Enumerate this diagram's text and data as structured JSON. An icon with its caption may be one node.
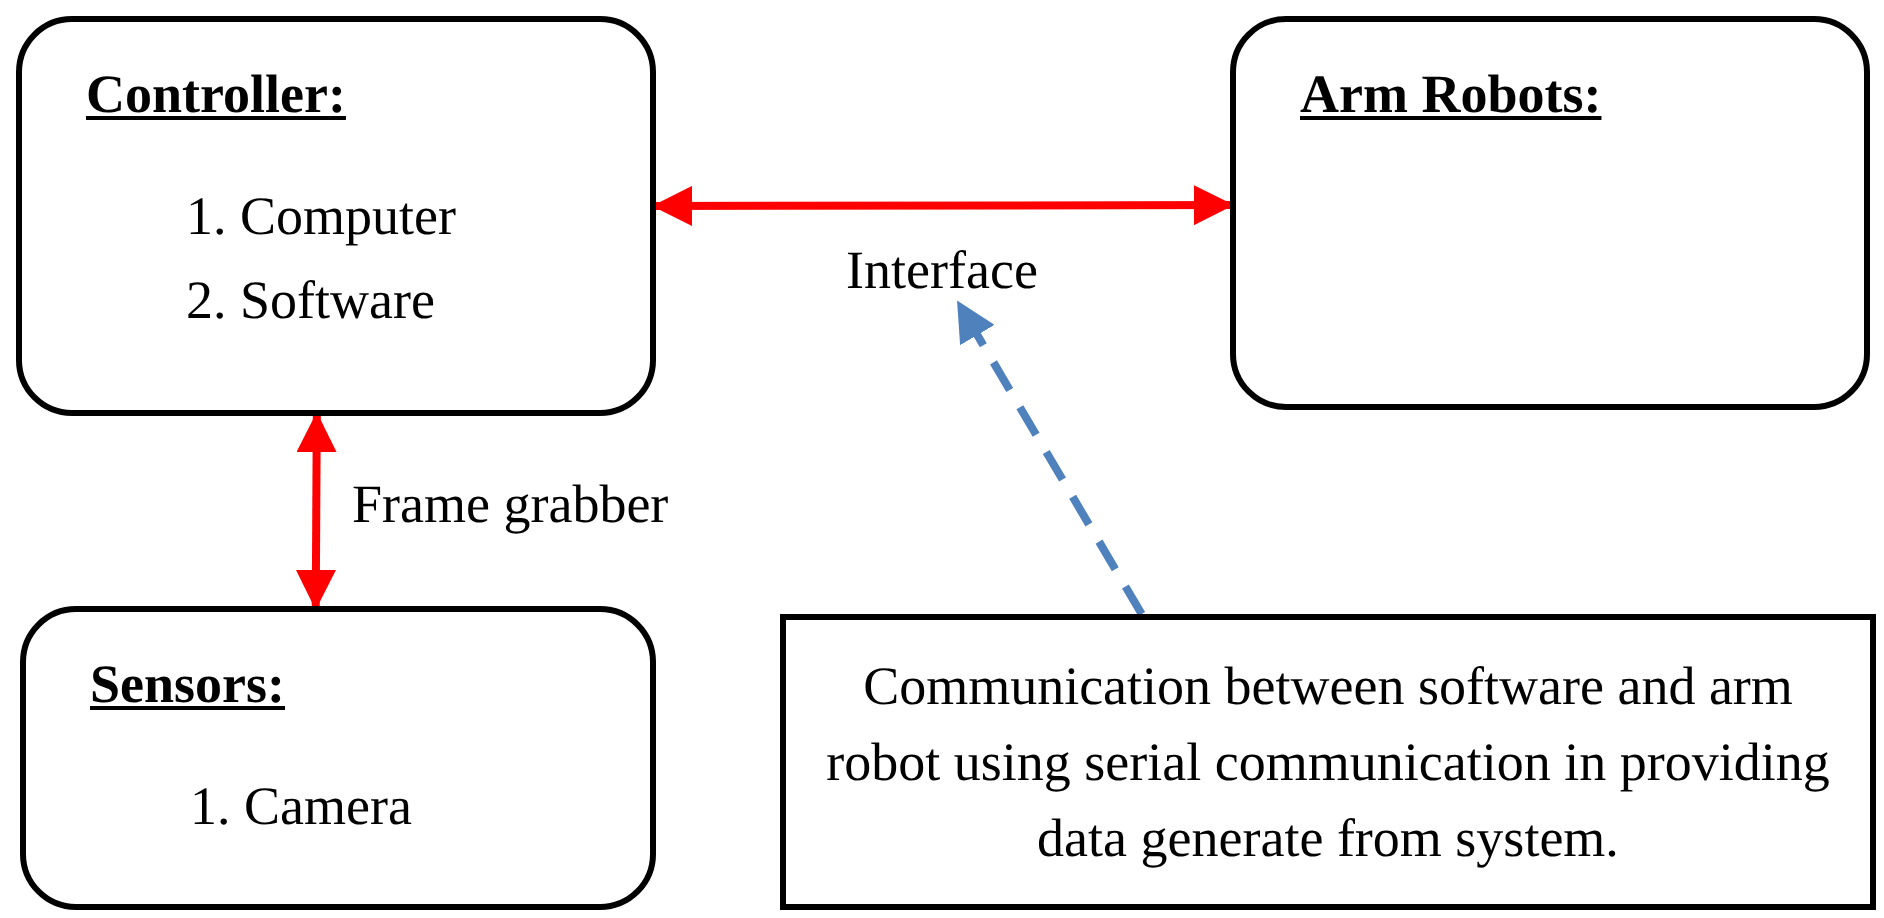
{
  "diagram": {
    "nodes": [
      {
        "text": [
          "Controller:",
          "1. Computer",
          "2. Software"
        ]
      },
      {
        "text": [
          "Arm Robots:"
        ]
      },
      {
        "text": [
          "Sensors:",
          "1. Camera"
        ]
      },
      {
        "text": [
          "Communication between software and arm robot using serial communication in providing data generate from system."
        ]
      },
      {
        "text": [
          "Interface"
        ]
      }
    ],
    "edges": [
      {
        "from": 0,
        "to": 1,
        "arrow": "both"
      },
      {
        "from": 0,
        "to": 2,
        "arrow": "both",
        "label": "Frame grabber"
      },
      {
        "from": 3,
        "to": 4,
        "arrow": "to",
        "style": "dashed",
        "color": "#4f81bd"
      }
    ]
  }
}
